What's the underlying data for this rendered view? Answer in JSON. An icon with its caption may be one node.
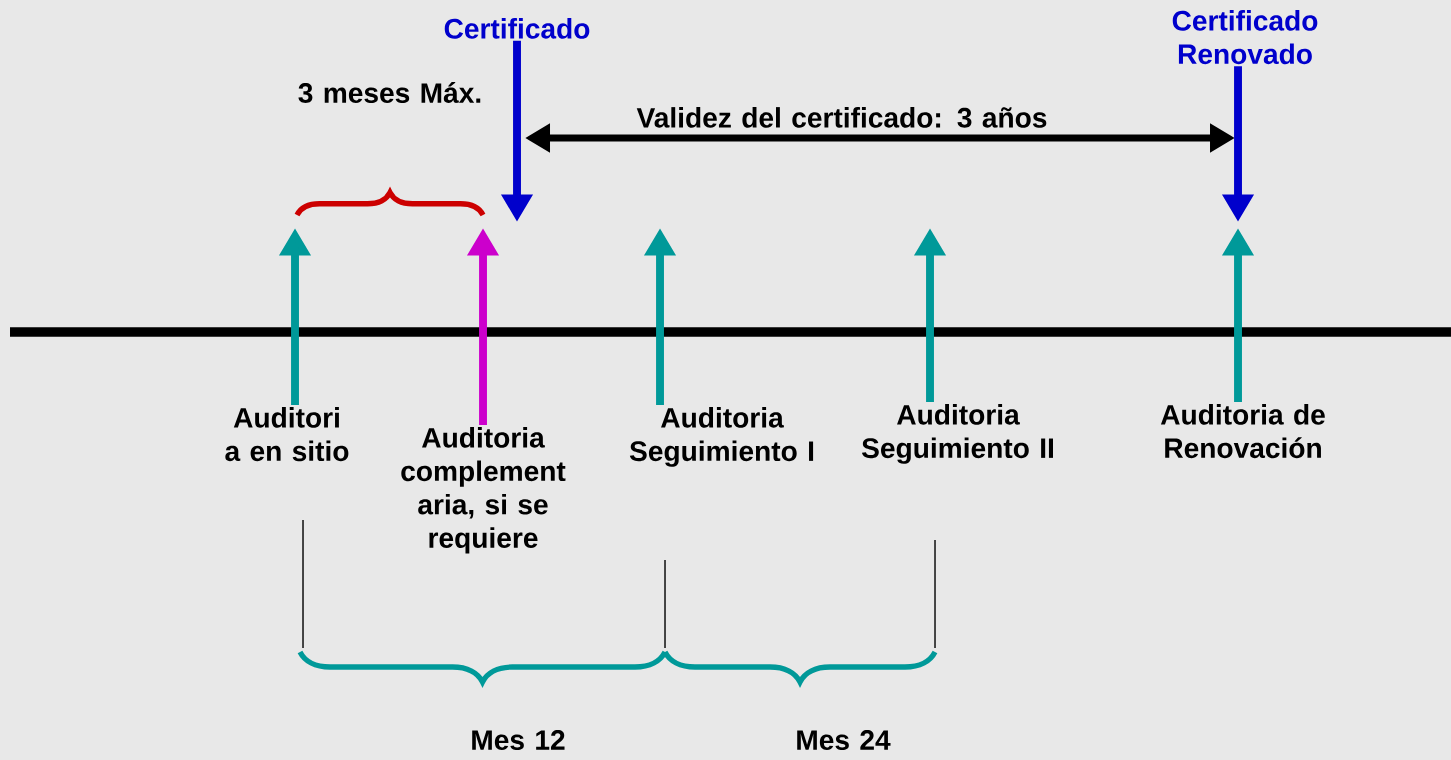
{
  "diagram": {
    "nodes": [
      {
        "text": [
          "Certificado"
        ]
      },
      {
        "text": [
          "Certificado Renovado"
        ]
      },
      {
        "text": [
          "Auditori a en sitio"
        ]
      },
      {
        "text": [
          "Auditoria complement aria, si se requiere"
        ]
      },
      {
        "text": [
          "Auditoria Seguimiento I"
        ]
      },
      {
        "text": [
          "Auditoria Seguimiento II"
        ]
      },
      {
        "text": [
          "Auditoria de Renovación"
        ]
      }
    ],
    "edges": [
      {
        "from": 0,
        "to": null,
        "arrow": "to",
        "color": "#0000cc"
      },
      {
        "from": 1,
        "to": null,
        "arrow": "to",
        "color": "#0000cc"
      },
      {
        "from": 2,
        "to": null,
        "arrow": "to"
      },
      {
        "from": 3,
        "to": null,
        "arrow": "to",
        "color": "#cc00cc"
      },
      {
        "from": 4,
        "to": null,
        "arrow": "to"
      },
      {
        "from": 5,
        "to": null,
        "arrow": "to"
      },
      {
        "from": 6,
        "to": null,
        "arrow": "to"
      }
    ],
    "labels": [
      "3 meses Máx.",
      "Validez del certificado: 3 años",
      "Mes 12",
      "Mes 24"
    ]
  }
}
